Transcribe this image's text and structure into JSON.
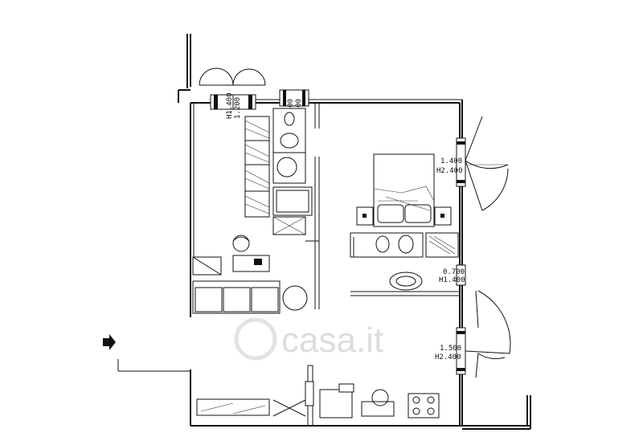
{
  "plan": {
    "labels": {
      "win_top_left": [
        "H1.400",
        "1.200"
      ],
      "win_top_mid": [
        "0.600",
        "0.600"
      ],
      "win_right_upper": [
        "1.400",
        "H2.400"
      ],
      "win_right_mid": [
        "0.700",
        "H1.400"
      ],
      "win_right_lower": [
        "1.500",
        "H2.400"
      ]
    },
    "watermark": "casa.it"
  }
}
